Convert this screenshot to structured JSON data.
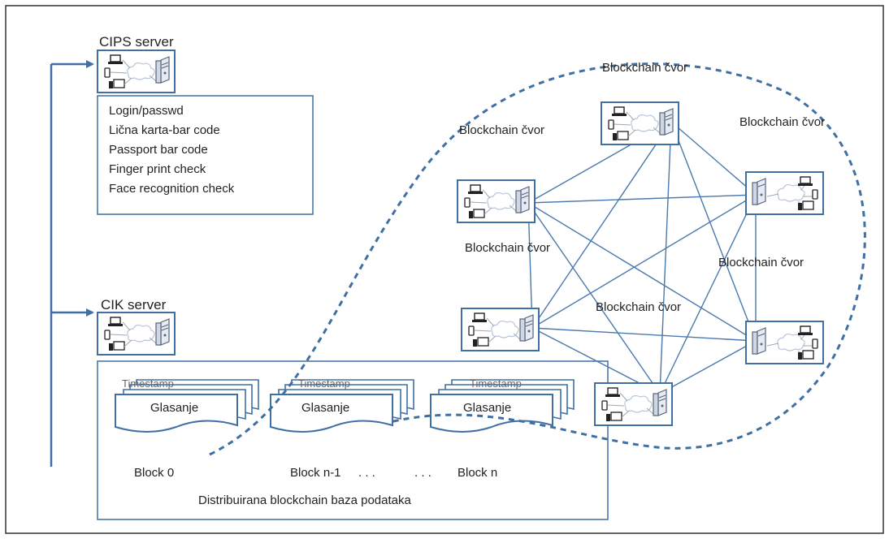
{
  "cips": {
    "title": "CIPS server",
    "checks": [
      "Login/passwd",
      "Lična karta-bar code",
      "Passport bar code",
      "Finger print check",
      "Face recognition check"
    ]
  },
  "cik": {
    "title": "CIK server"
  },
  "nodes": [
    {
      "label": "Blockchain čvor"
    },
    {
      "label": "Blockchain čvor"
    },
    {
      "label": "Blockchain čvor"
    },
    {
      "label": "Blockchain čvor"
    },
    {
      "label": "Blockchain čvor"
    },
    {
      "label": "Blockchain čvor"
    }
  ],
  "database": {
    "block_stamp": "Timestamp",
    "block_vote": "Glasanje",
    "block_labels": [
      "Block 0",
      "Block n-1",
      ". . .",
      ". . .",
      "Block n"
    ],
    "caption": "Distribuirana blockchain baza podataka"
  },
  "colors": {
    "line": "#4a79ad",
    "frame": "#333333",
    "box_border": "#3f6fa3",
    "doc_fill": "#ffffff"
  }
}
